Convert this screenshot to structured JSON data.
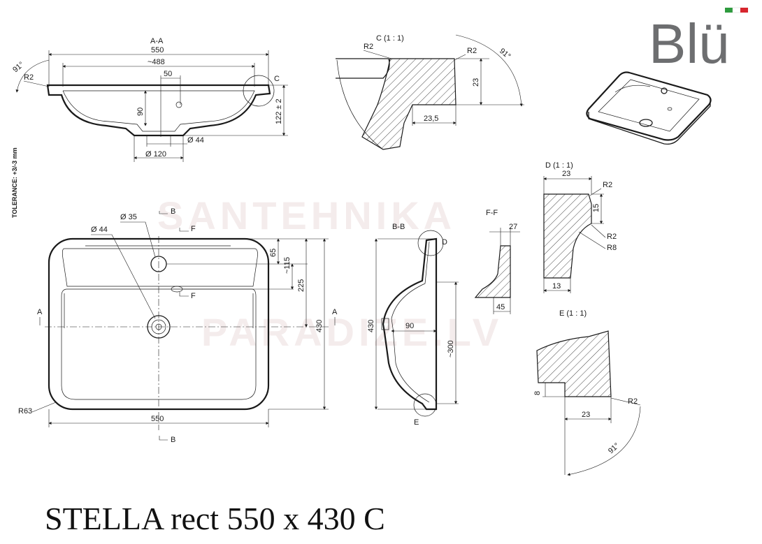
{
  "brand": {
    "name": "Blü",
    "flag_colors": [
      "#2e9b3e",
      "#ffffff",
      "#d7262e"
    ],
    "text_color": "#6d6e70"
  },
  "watermark": {
    "line1": "SANTEHNIKA",
    "line2": "PARADIZE.LV"
  },
  "title": "STELLA rect 550 x 430 C",
  "tolerance": "TOLERANCE: +3/-3 mm",
  "section_aa": {
    "label": "A-A",
    "dims": {
      "total_width": "550",
      "inner_width": "~488",
      "tap_offset": "50",
      "depth": "90",
      "height": "122 ± 2",
      "drain_diameter": "Ø 120",
      "drain_hole": "Ø 44",
      "radius": "R2",
      "angle": "91°",
      "detail_marker": "C"
    }
  },
  "detail_c": {
    "label": "C  (1 : 1)",
    "dims": {
      "r_left": "R2",
      "r_right": "R2",
      "height": "23",
      "width": "23,5",
      "angle": "91°"
    }
  },
  "plan_view": {
    "dims": {
      "tap_hole": "Ø 35",
      "drain_hole": "Ø 44",
      "overflow_offset": "65",
      "tap_to_overflow": "~115",
      "tap_to_center": "225",
      "total_depth": "430",
      "total_width": "550",
      "corner_radius": "R63"
    },
    "section_markers": {
      "a_left": "A",
      "a_right": "A",
      "b_top": "B",
      "b_bottom": "B",
      "f_top": "F",
      "f_mid": "F"
    }
  },
  "section_bb": {
    "label": "B-B",
    "dims": {
      "height": "430",
      "depth": "90",
      "length": "~300"
    },
    "detail_markers": {
      "top": "D",
      "bottom": "E"
    }
  },
  "section_ff": {
    "label": "F-F",
    "dims": {
      "top": "27",
      "bottom": "45"
    }
  },
  "detail_d": {
    "label": "D  (1 : 1)",
    "dims": {
      "width": "23",
      "r_top": "R2",
      "height": "15",
      "r_inner": "R2",
      "r_curve": "R8",
      "bottom": "13"
    }
  },
  "detail_e": {
    "label": "E  (1 : 1)",
    "dims": {
      "height": "8",
      "width": "23",
      "radius": "R2",
      "angle": "91°"
    }
  }
}
